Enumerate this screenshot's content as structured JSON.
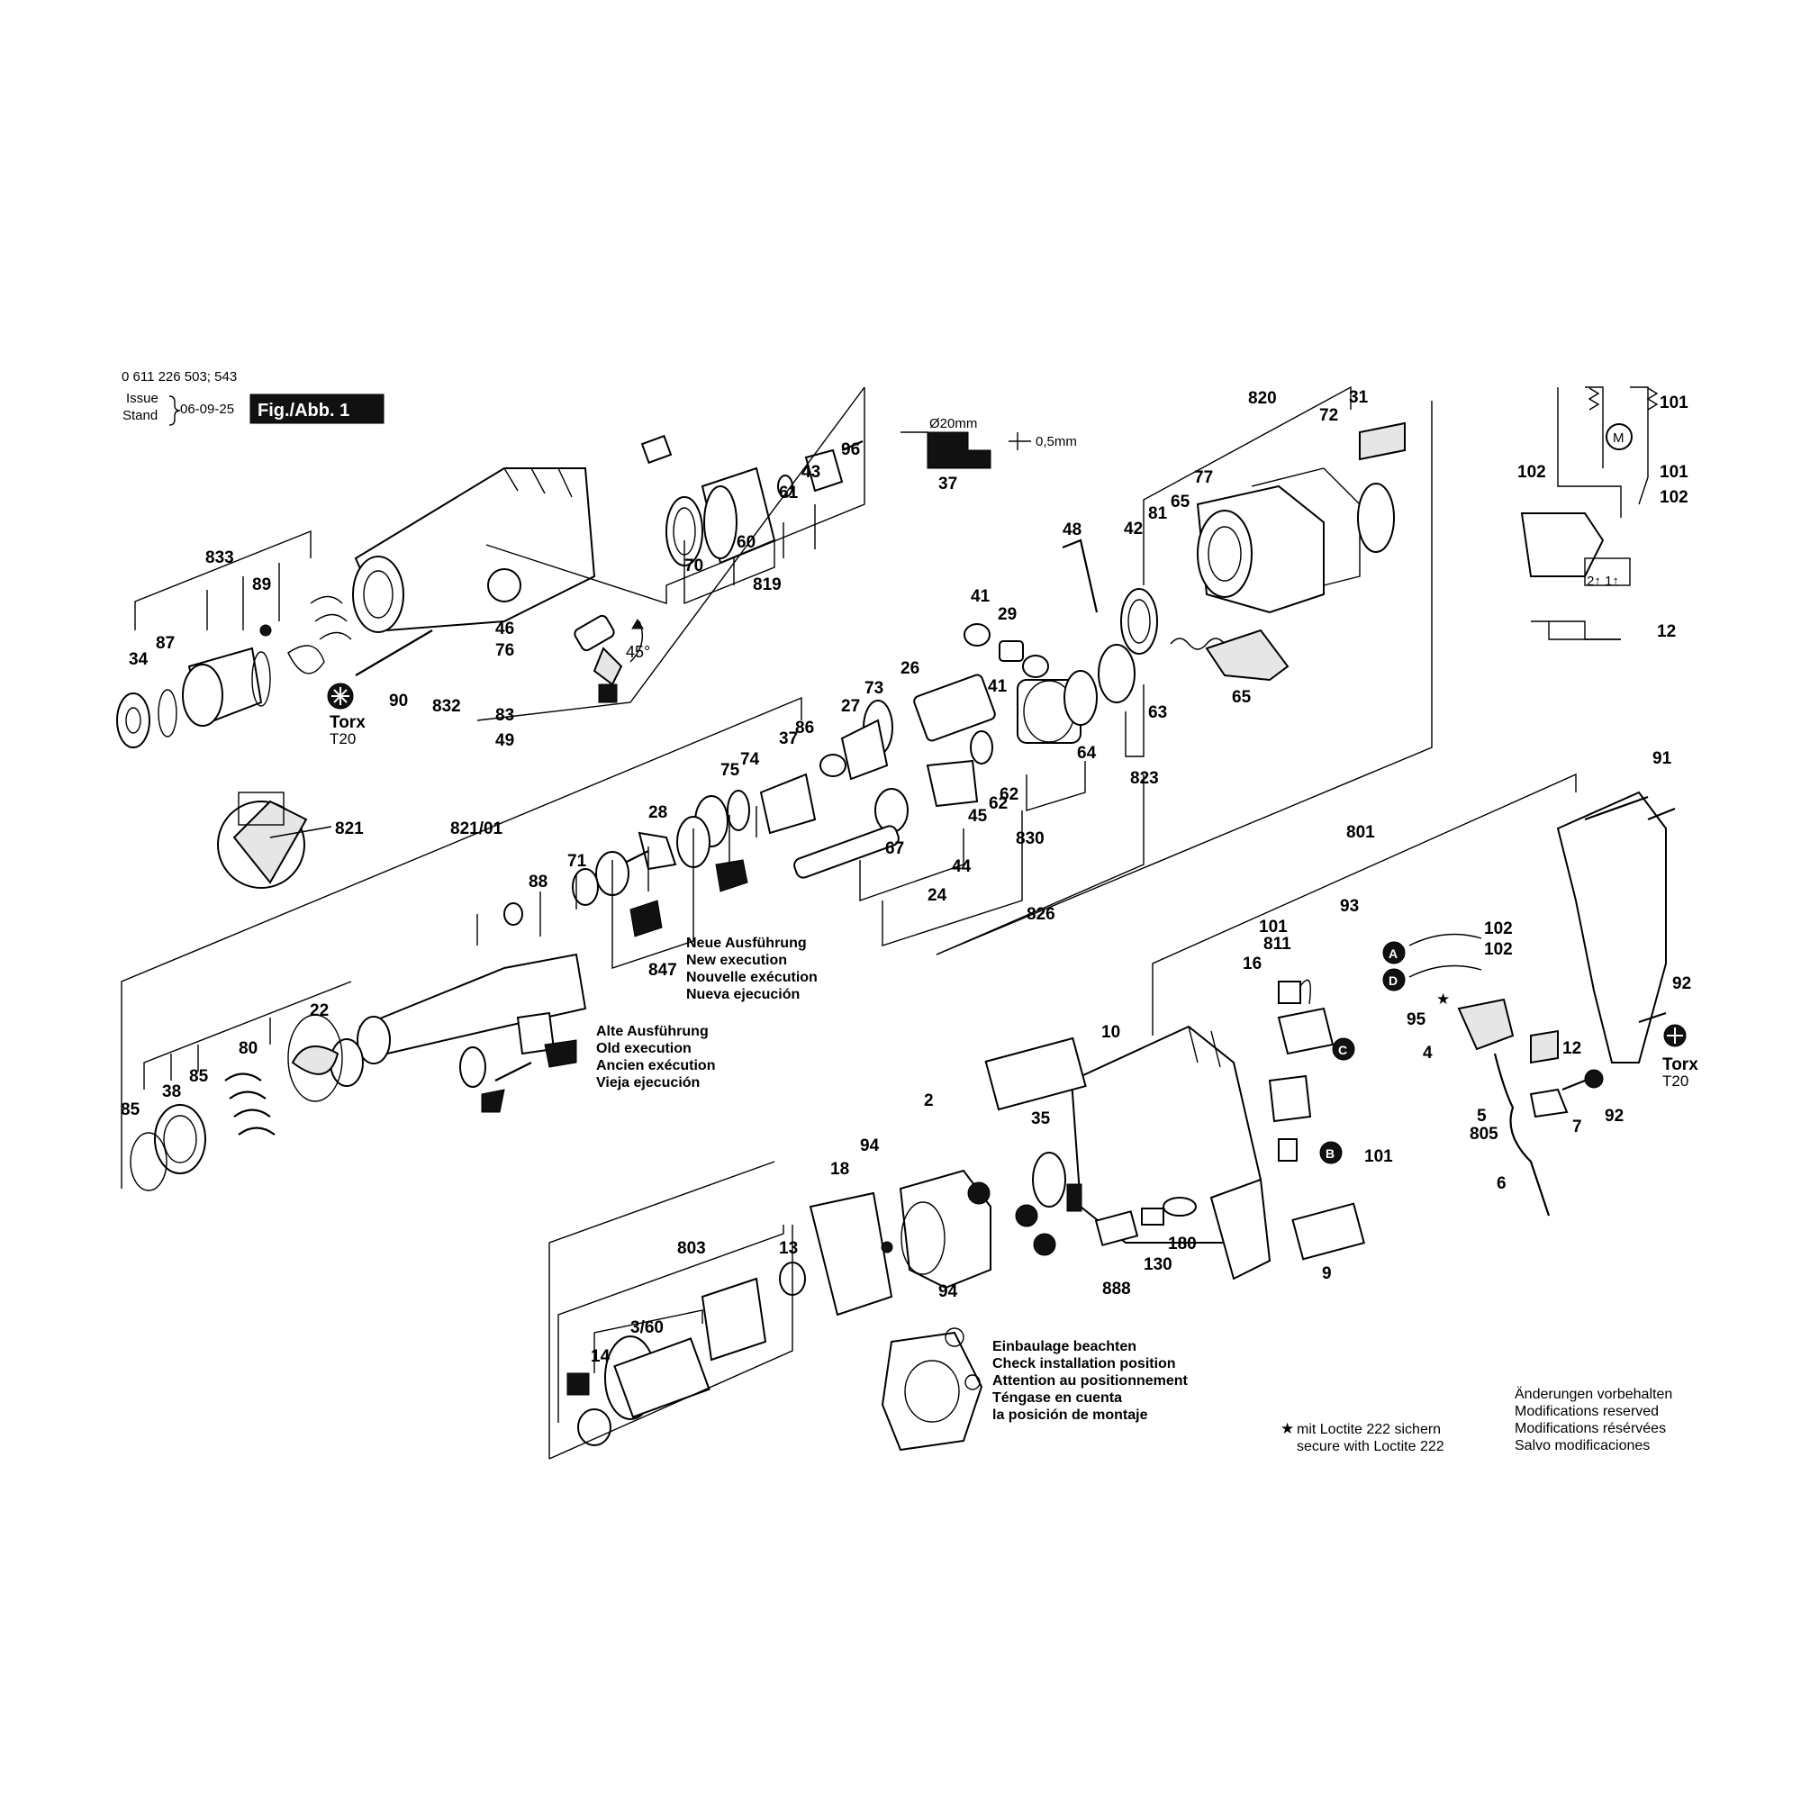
{
  "header": {
    "model_numbers": "0 611 226 503; 543",
    "issue_label": "Issue",
    "stand_label": "Stand",
    "issue_date": "06-09-25",
    "figure_label": "Fig./Abb. 1"
  },
  "dimension": {
    "diameter": "Ø20mm",
    "depth": "0,5mm"
  },
  "torx": [
    {
      "label": "Torx",
      "size": "T20"
    },
    {
      "label": "Torx",
      "size": "T20"
    }
  ],
  "angle_label": "45°",
  "notes": {
    "new_execution": [
      "Neue Ausführung",
      "New execution",
      "Nouvelle exécution",
      "Nueva ejecución"
    ],
    "old_execution": [
      "Alte Ausführung",
      "Old execution",
      "Ancien exécution",
      "Vieja ejecución"
    ],
    "installation": [
      "Einbaulage beachten",
      "Check installation position",
      "Attention au positionnement",
      "Téngase en cuenta",
      "la posición de montaje"
    ],
    "loctite": [
      "mit Loctite 222 sichern",
      "secure with Loctite 222"
    ],
    "modifications": [
      "Änderungen vorbehalten",
      "Modifications reserved",
      "Modifications résérvées",
      "Salvo modificaciones"
    ]
  },
  "connectors": [
    "A",
    "B",
    "C",
    "D"
  ],
  "schematic": {
    "motor": "M",
    "switch_labels": [
      "2↑ 1↑"
    ]
  },
  "part_labels": [
    "96",
    "43",
    "61",
    "60",
    "70",
    "819",
    "833",
    "89",
    "87",
    "34",
    "46",
    "76",
    "832",
    "83",
    "49",
    "90",
    "37",
    "48",
    "42",
    "81",
    "65",
    "77",
    "820",
    "72",
    "31",
    "41",
    "29",
    "26",
    "73",
    "27",
    "86",
    "75",
    "74",
    "28",
    "821",
    "821/01",
    "88",
    "71",
    "847",
    "62",
    "45",
    "44",
    "67",
    "24",
    "64",
    "63",
    "823",
    "830",
    "826",
    "22",
    "80",
    "85",
    "38",
    "101",
    "102",
    "12",
    "91",
    "801",
    "93",
    "811",
    "16",
    "10",
    "95",
    "4",
    "5",
    "805",
    "6",
    "7",
    "92",
    "2",
    "94",
    "18",
    "13",
    "803",
    "3/60",
    "14",
    "35",
    "180",
    "130",
    "888",
    "9"
  ]
}
